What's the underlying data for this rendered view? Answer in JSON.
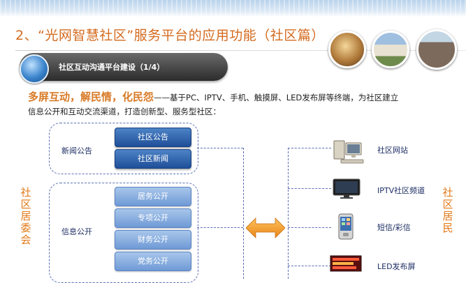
{
  "header": {
    "title": "2、“光网智慧社区”服务平台的应用功能（社区篇）"
  },
  "section": {
    "label": "社区互动沟通平台建设（1/4）"
  },
  "intro": {
    "emphasis": "多屏互动，解民情，化民怨",
    "line1_rest": "——基于PC、IPTV、手机、触摸屏、LED发布屏等终端，为社区建立",
    "line2": "信息公开和互动交流渠道，打造创新型、服务型社区："
  },
  "left_vertical": [
    "社",
    "区",
    "居",
    "委",
    "会"
  ],
  "right_vertical": [
    "社",
    "区",
    "居",
    "民"
  ],
  "groups": {
    "news": {
      "label": "新闻公告",
      "items": [
        "社区公告",
        "社区新闻"
      ]
    },
    "info": {
      "label": "信息公开",
      "items": [
        "居务公开",
        "专项公开",
        "财务公开",
        "党务公开"
      ]
    }
  },
  "terminals": [
    {
      "label": "社区网站",
      "icon": "computer-icon"
    },
    {
      "label": "IPTV社区频道",
      "icon": "tv-icon"
    },
    {
      "label": "短信/彩信",
      "icon": "mobile-phone-icon"
    },
    {
      "label": "LED发布屏",
      "icon": "led-screen-icon"
    }
  ],
  "colors": {
    "title": "#d46a1e",
    "accent_orange": "#e27a1a",
    "dashed": "#5b6fb4",
    "pill_dark": "#1f4f99",
    "pill_light": "#6f9ad6",
    "arrow": "#f7a12c"
  }
}
